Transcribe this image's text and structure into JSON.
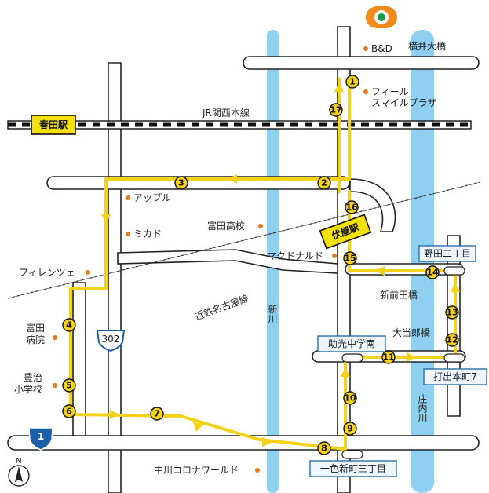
{
  "colors": {
    "route": "#f5d21a",
    "river": "#8fd0f0",
    "poi_dot": "#e57a1e",
    "logo_ring": "#f08a1c",
    "logo_center": "#1a9a4a",
    "box_border": "#2a6fa8",
    "box_fill": "#eef6fc",
    "station_fill": "#f5e100",
    "route_badge": "#1a5fa8"
  },
  "stations": {
    "kasugata": "春田駅",
    "fushiya": "伏屋駅"
  },
  "railways": {
    "jr": "JR関西本線",
    "kintetsu": "近鉄名古屋線"
  },
  "rivers": {
    "arakawa": "新川",
    "shonaigawa": "庄内川"
  },
  "routes": {
    "r1": "1",
    "r302": "302"
  },
  "compass": "N",
  "pois": {
    "bd": "B&D",
    "feel_1": "フィール",
    "feel_2": "スマイルプラザ",
    "apple": "アップル",
    "mikado": "ミカド",
    "tomita_high": "富田高校",
    "mcdonalds": "マクドナルド",
    "firenze": "フィレンツェ",
    "hospital_1": "富田",
    "hospital_2": "病院",
    "school_1": "豊治",
    "school_2": "小学校",
    "corona": "中川コロナワールド"
  },
  "places": {
    "yokoi_bridge": "横井大橋",
    "shinmaeda_bridge": "新前田橋",
    "ototo_bridge": "大当郎橋"
  },
  "intersections": {
    "noda": "野田二丁目",
    "sukemitsu": "助光中学南",
    "uchide": "打出本町7",
    "isshiki": "一色新町三丁目"
  },
  "stops": [
    "1",
    "2",
    "3",
    "4",
    "5",
    "6",
    "7",
    "8",
    "9",
    "10",
    "11",
    "12",
    "13",
    "14",
    "15",
    "16",
    "17"
  ]
}
